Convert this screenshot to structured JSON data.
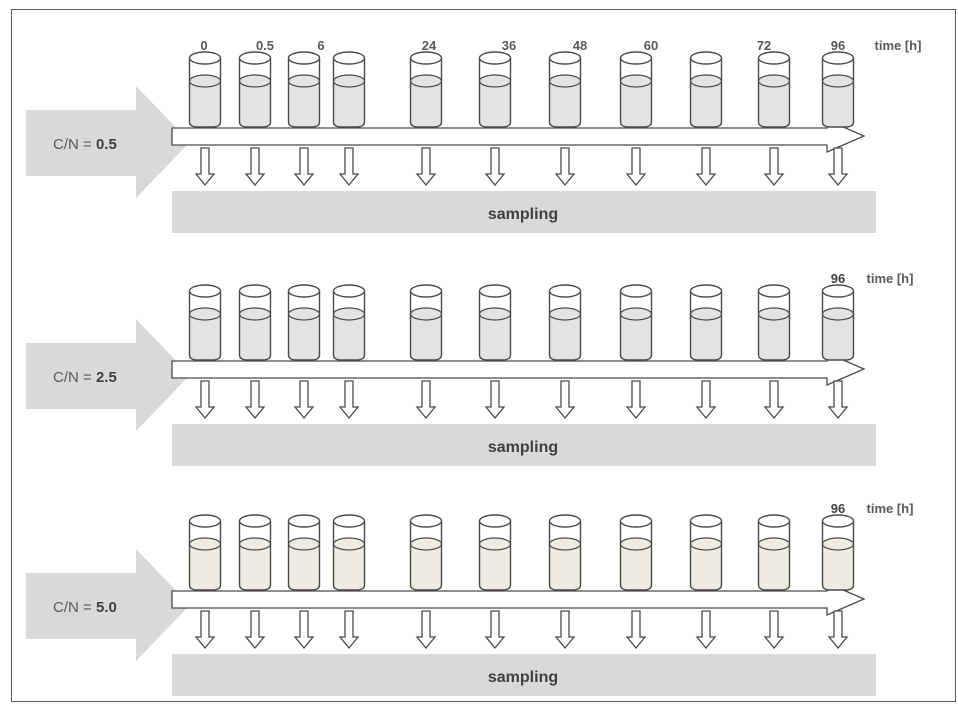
{
  "colors": {
    "frame": "#5a5a5a",
    "arrow_fill": "#d9d9d9",
    "band_fill": "#d9d9d9",
    "outline": "#4a4a4a",
    "text_bold": "#404040",
    "text_normal": "#595959",
    "liquid_gray": "#e3e3e3",
    "liquid_cream": "#eeebe0"
  },
  "time_points": [
    "0",
    "0.5",
    "6",
    "24",
    "36",
    "48",
    "60",
    "72",
    "96"
  ],
  "time_axis_label": "time [h]",
  "panels": [
    {
      "cn_prefix": "C/N = ",
      "cn_value": "0.5",
      "liquid": "liquid_gray",
      "show_all_times": true,
      "end_time": "96",
      "time_label": "time [h]",
      "sampling_label": "sampling"
    },
    {
      "cn_prefix": "C/N = ",
      "cn_value": "2.5",
      "liquid": "liquid_gray",
      "show_all_times": false,
      "end_time": "96",
      "time_label": "time [h]",
      "sampling_label": "sampling"
    },
    {
      "cn_prefix": "C/N = ",
      "cn_value": "5.0",
      "liquid": "liquid_cream",
      "show_all_times": false,
      "end_time": "96",
      "time_label": "time [h]",
      "sampling_label": "sampling"
    }
  ],
  "vessel_count": 11,
  "vessel_icon": "sample-vial-icon",
  "down_arrow_icon": "down-arrow-icon"
}
